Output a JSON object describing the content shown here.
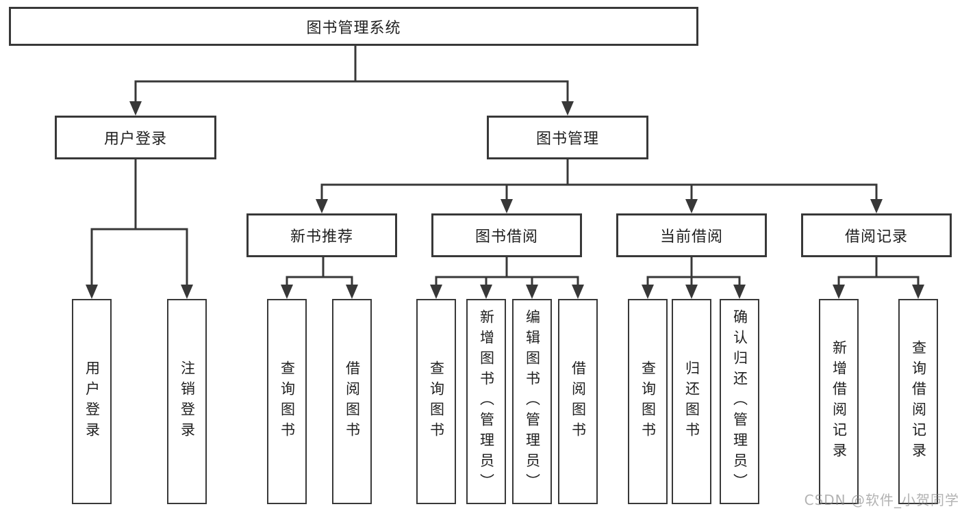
{
  "diagram": {
    "root": {
      "label": "图书管理系统"
    },
    "branches": [
      {
        "label": "用户登录",
        "children": [
          {
            "label": "用户登录"
          },
          {
            "label": "注销登录"
          }
        ]
      },
      {
        "label": "图书管理",
        "children": [
          {
            "label": "新书推荐",
            "children": [
              {
                "label": "查询图书"
              },
              {
                "label": "借阅图书"
              }
            ]
          },
          {
            "label": "图书借阅",
            "children": [
              {
                "label": "查询图书"
              },
              {
                "label": "新增图书（管理员）"
              },
              {
                "label": "编辑图书（管理员）"
              },
              {
                "label": "借阅图书"
              }
            ]
          },
          {
            "label": "当前借阅",
            "children": [
              {
                "label": "查询图书"
              },
              {
                "label": "归还图书"
              },
              {
                "label": "确认归还（管理员）"
              }
            ]
          },
          {
            "label": "借阅记录",
            "children": [
              {
                "label": "新增借阅记录"
              },
              {
                "label": "查询借阅记录"
              }
            ]
          }
        ]
      }
    ]
  },
  "watermark": {
    "text": "CSDN @软件_小贺同学"
  },
  "colors": {
    "line": "#383838",
    "box_border": "#383838",
    "text": "#1f1f1f",
    "background": "#ffffff",
    "watermark_gray": "#b0b0b0"
  }
}
